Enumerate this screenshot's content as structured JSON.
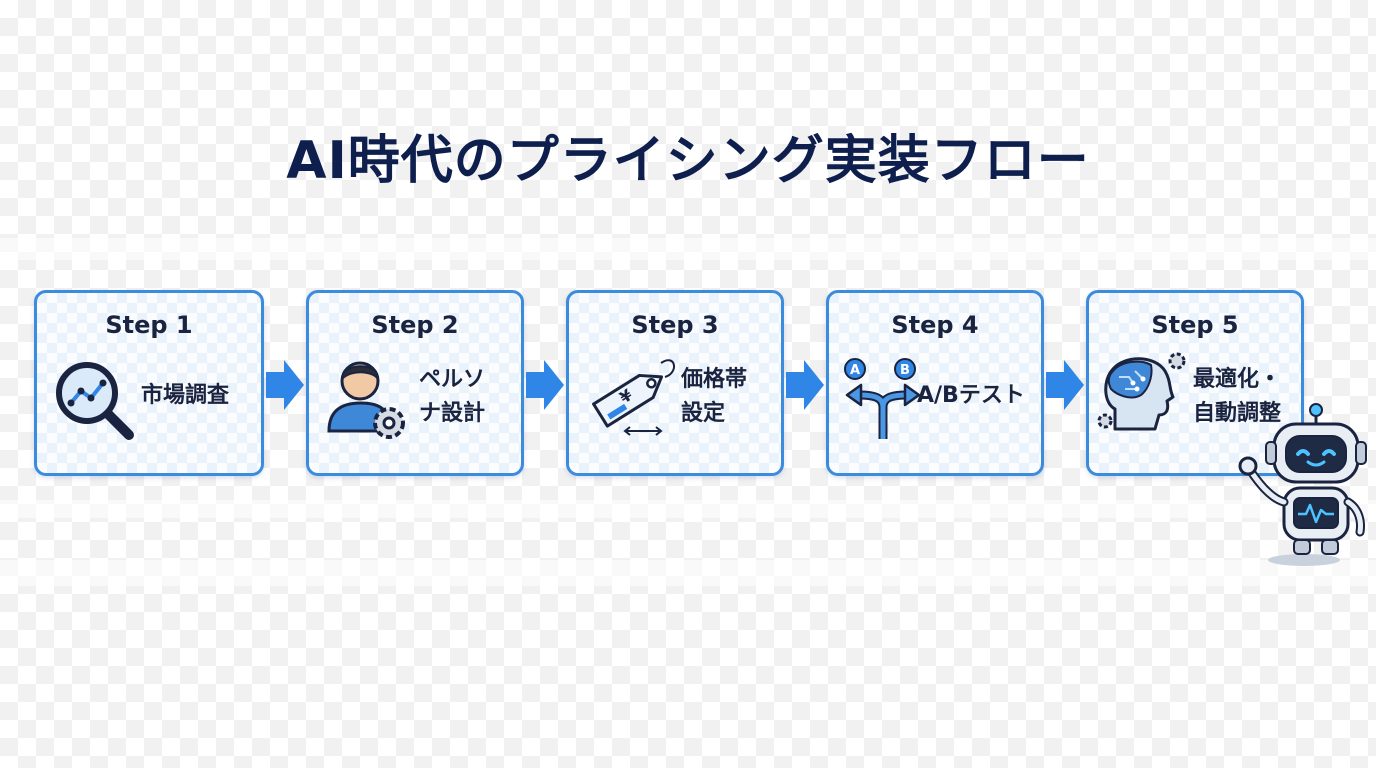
{
  "title": "AI時代のプライシング実装フロー",
  "colors": {
    "title": "#0f1f4d",
    "card_border": "#3c8bdc",
    "arrow": "#2f86e6",
    "card_fill": "#eaf2fb"
  },
  "steps": [
    {
      "label": "Step 1",
      "text_lines": [
        "市場調査"
      ],
      "icon": "magnifier-chart-icon"
    },
    {
      "label": "Step 2",
      "text_lines": [
        "ペルソ",
        "ナ設計"
      ],
      "icon": "person-gear-icon"
    },
    {
      "label": "Step 3",
      "text_lines": [
        "価格帯",
        "設定"
      ],
      "icon": "yen-price-tag-icon"
    },
    {
      "label": "Step 4",
      "text_lines": [
        "A/Bテスト"
      ],
      "icon": "ab-split-arrow-icon",
      "badges": [
        "A",
        "B"
      ]
    },
    {
      "label": "Step 5",
      "text_lines": [
        "最適化・",
        "自動調整"
      ],
      "icon": "ai-head-gears-icon"
    }
  ],
  "connector_icon": "right-arrow-icon",
  "mascot_icon": "robot-mascot-icon"
}
